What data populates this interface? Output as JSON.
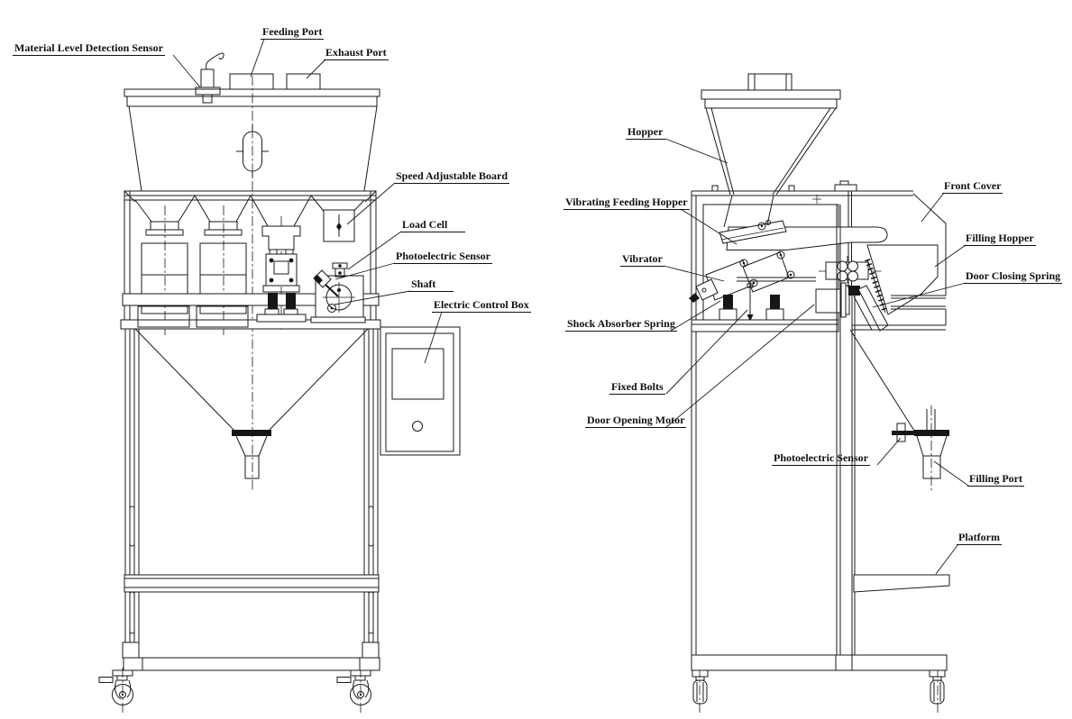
{
  "diagram": {
    "kind": "technical-line-drawing",
    "subject": "weighing and filling machine, front view and side view with part callouts",
    "colors": {
      "line": "#1a1a1a",
      "background": "#ffffff",
      "dark_fill": "#161616"
    },
    "labels": {
      "front": {
        "material_level_detection_sensor": "Material Level Detection Sensor",
        "feeding_port": "Feeding Port",
        "exhaust_port": "Exhaust Port",
        "speed_adjustable_board": "Speed Adjustable Board",
        "load_cell": "Load Cell",
        "photoelectric_sensor": "Photoelectric Sensor",
        "shaft": "Shaft",
        "electric_control_box": "Electric Control Box"
      },
      "side": {
        "hopper": "Hopper",
        "vibrating_feeding_hopper": "Vibrating Feeding Hopper",
        "vibrator": "Vibrator",
        "shock_absorber_spring": "Shock Absorber Spring",
        "fixed_bolts": "Fixed Bolts",
        "door_opening_motor": "Door Opening Motor",
        "front_cover": "Front Cover",
        "filling_hopper": "Filling Hopper",
        "door_closing_spring": "Door Closing Spring",
        "photoelectric_sensor": "Photoelectric Sensor",
        "filling_port": "Filling Port",
        "platform": "Platform"
      }
    }
  }
}
